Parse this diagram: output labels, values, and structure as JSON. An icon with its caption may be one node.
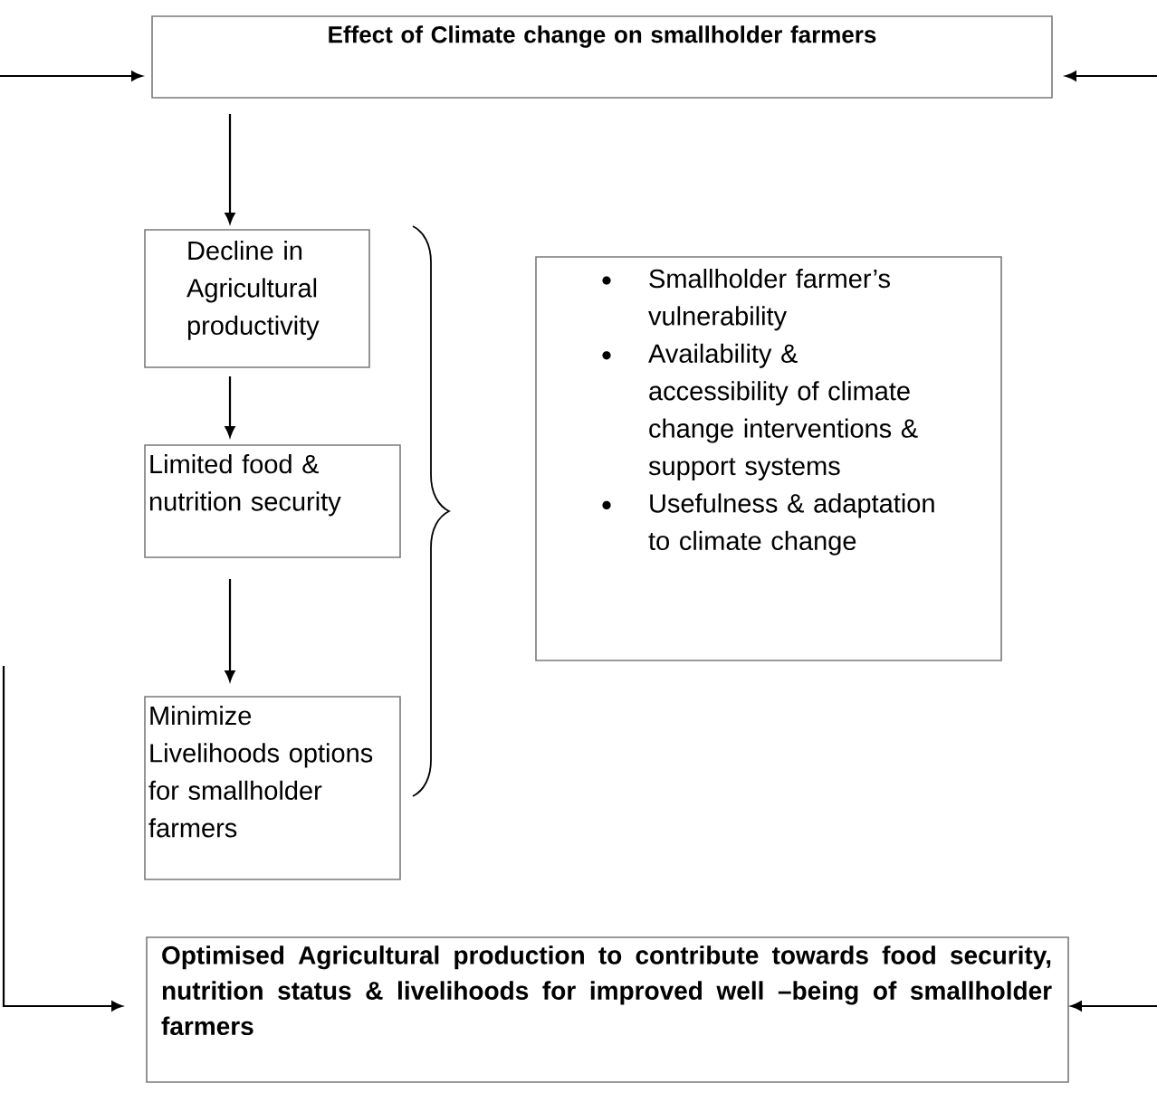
{
  "diagram": {
    "nodes": [
      {
        "text": [
          "Effect of Climate change on smallholder farmers"
        ]
      },
      {
        "text": [
          "Decline in Agricultural productivity"
        ]
      },
      {
        "text": [
          "Limited food & nutrition security"
        ]
      },
      {
        "text": [
          "Minimize Livelihoods options for smallholder farmers"
        ]
      },
      {
        "text": [
          "Smallholder farmer’s vulnerability",
          "Availability & accessibility of climate change interventions & support systems",
          "Usefulness & adaptation to climate change"
        ]
      },
      {
        "text": [
          "Optimised Agricultural production to contribute towards food security, nutrition status & livelihoods for improved well –being of smallholder farmers"
        ]
      }
    ],
    "edges": [
      {
        "from": null,
        "to": 0,
        "arrow": "to"
      },
      {
        "from": null,
        "to": 0,
        "arrow": "to"
      },
      {
        "from": 0,
        "to": 1,
        "arrow": "to"
      },
      {
        "from": 1,
        "to": 2,
        "arrow": "to"
      },
      {
        "from": 2,
        "to": 3,
        "arrow": "to"
      },
      {
        "from": null,
        "to": 5,
        "arrow": "to"
      },
      {
        "from": null,
        "to": 5,
        "arrow": "to"
      }
    ]
  }
}
